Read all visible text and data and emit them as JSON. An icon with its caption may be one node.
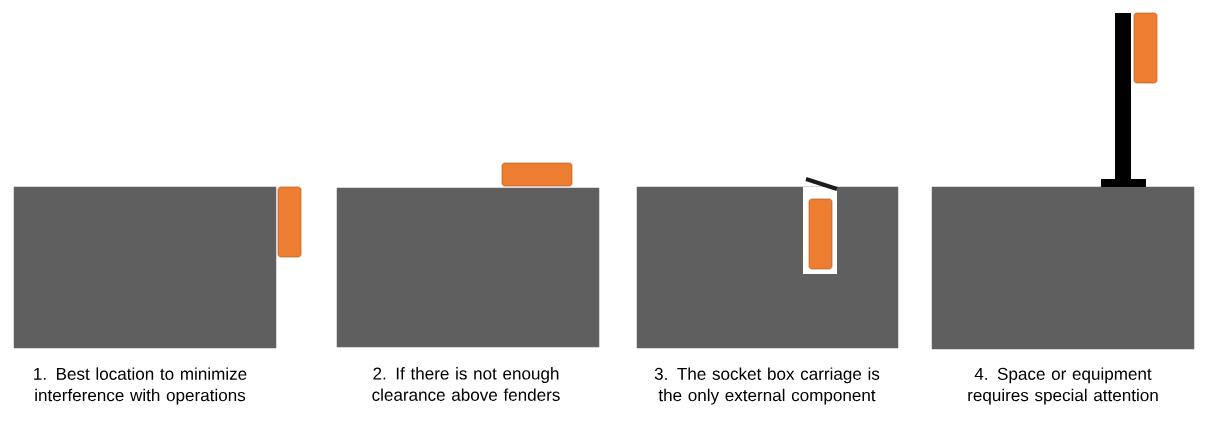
{
  "diagram": {
    "labels": [
      "1. Best location to minimize interference with operations",
      "2. If there is not enough clearance above fenders",
      "3. The socket box carriage is the only external component",
      "4. Space or equipment requires special attention"
    ]
  }
}
